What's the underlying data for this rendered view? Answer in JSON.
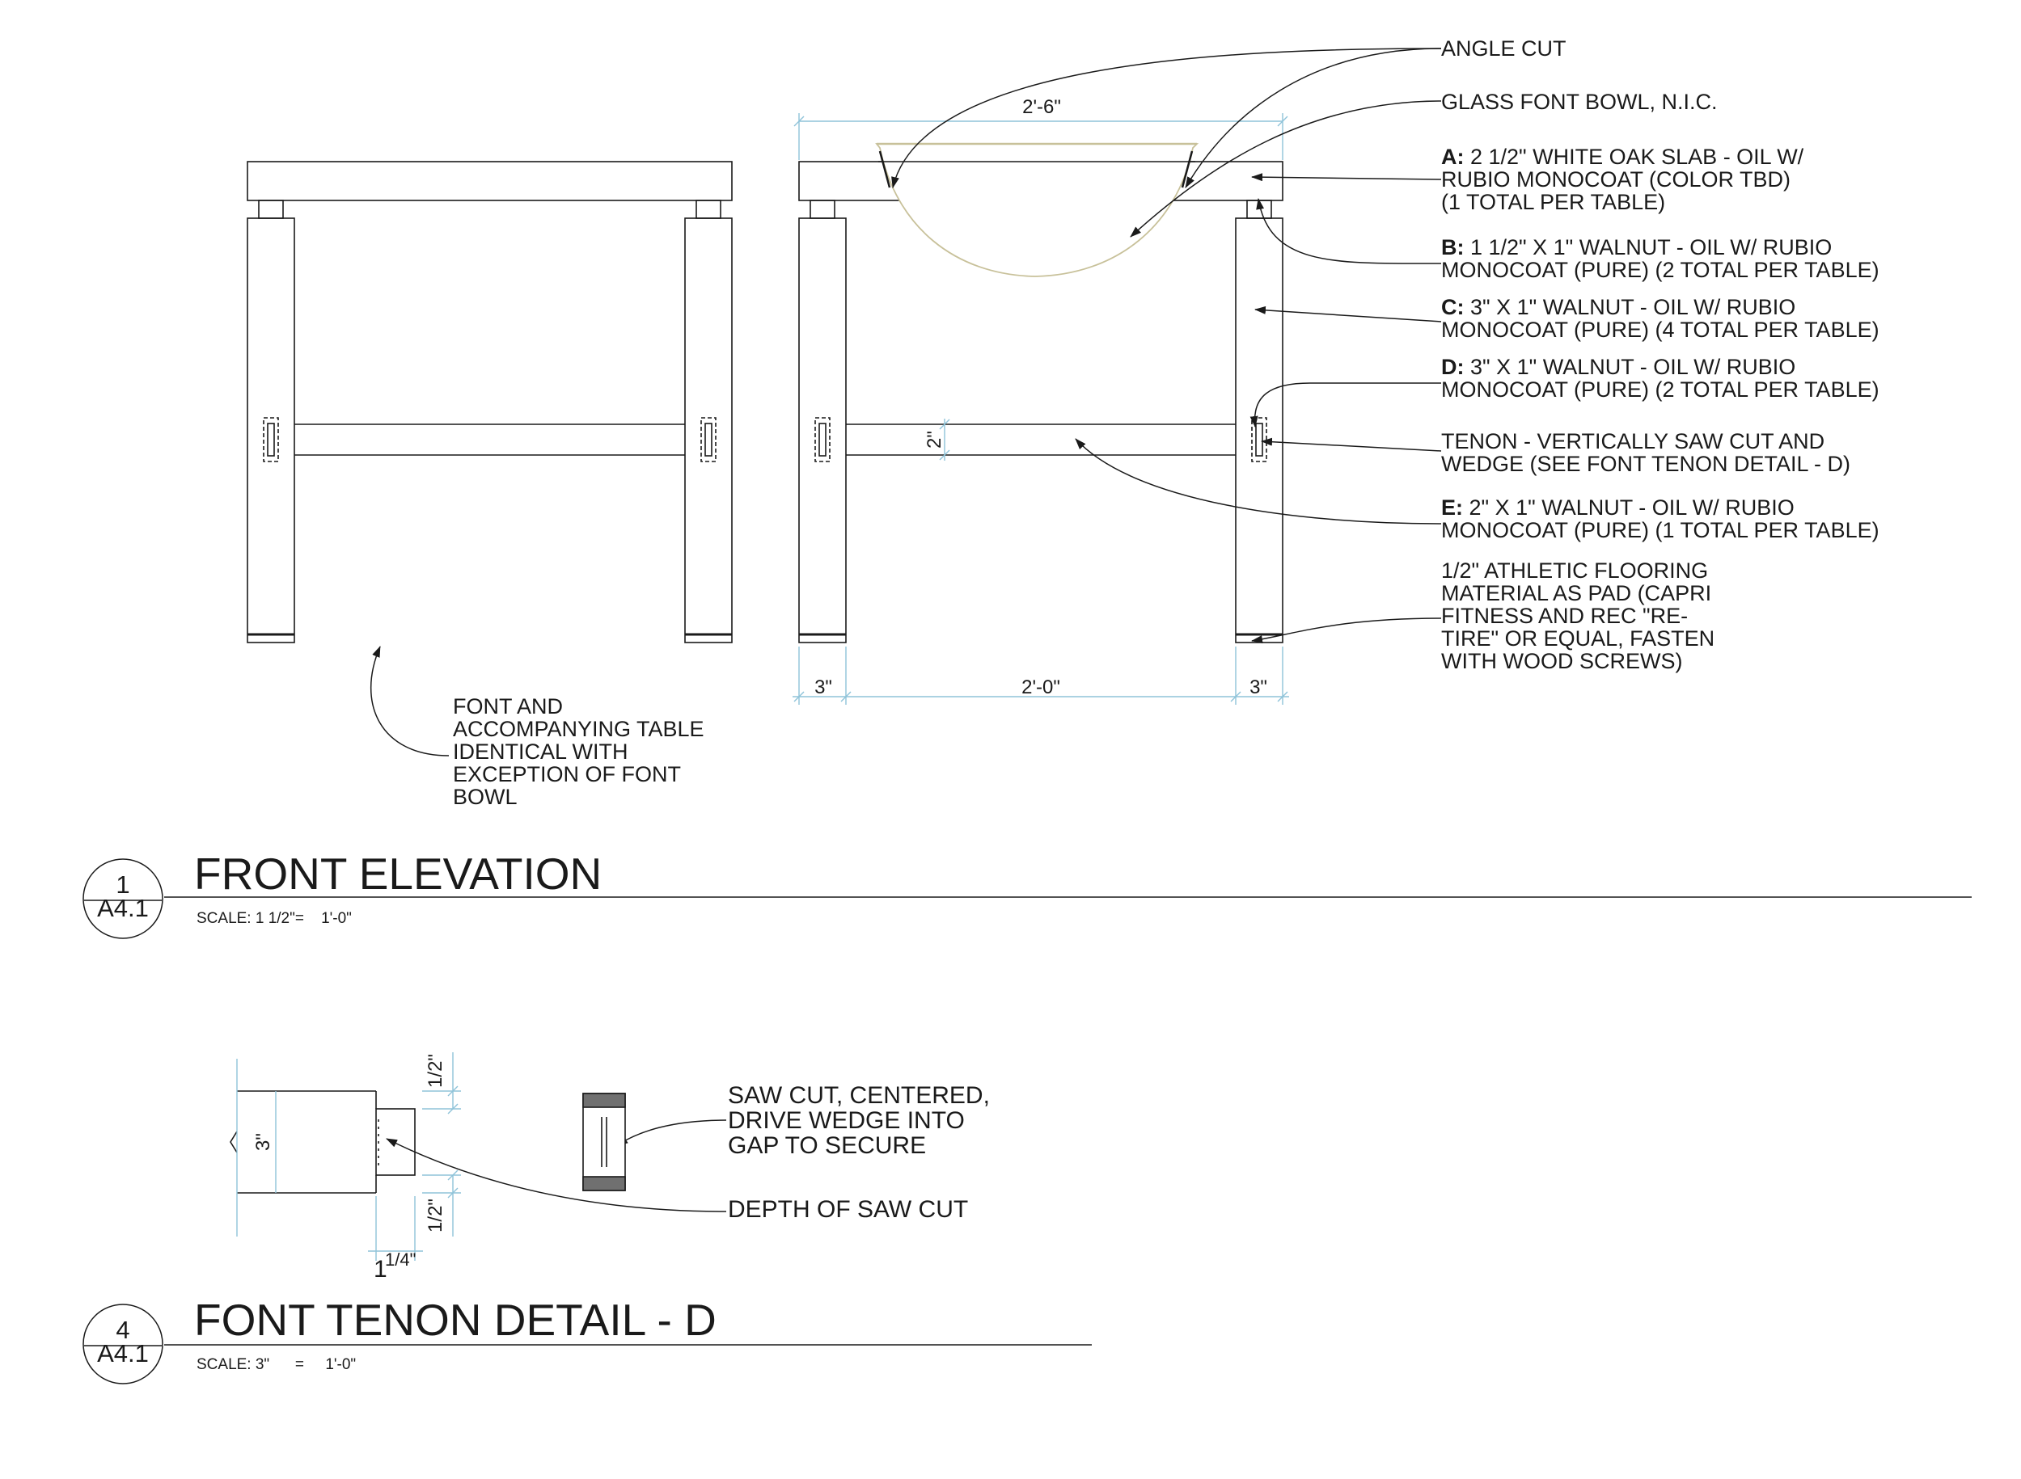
{
  "notes": {
    "angle_cut": "ANGLE CUT",
    "glass_bowl": "GLASS FONT BOWL, N.I.C.",
    "a": {
      "key": "A:",
      "lines": [
        " 2 1/2\" WHITE OAK SLAB - OIL W/",
        "RUBIO MONOCOAT (COLOR TBD)",
        "(1 TOTAL PER TABLE)"
      ]
    },
    "b": {
      "key": "B:",
      "lines": [
        " 1 1/2\" X 1\" WALNUT - OIL W/ RUBIO",
        "MONOCOAT (PURE) (2 TOTAL PER TABLE)"
      ]
    },
    "c": {
      "key": "C:",
      "lines": [
        " 3\" X 1\" WALNUT - OIL W/ RUBIO",
        "MONOCOAT (PURE) (4 TOTAL PER TABLE)"
      ]
    },
    "d": {
      "key": "D:",
      "lines": [
        " 3\" X 1\" WALNUT - OIL W/ RUBIO",
        "MONOCOAT (PURE) (2 TOTAL PER TABLE)"
      ]
    },
    "tenon": [
      "TENON - VERTICALLY SAW CUT AND",
      "WEDGE (SEE FONT TENON DETAIL - D)"
    ],
    "e": {
      "key": "E:",
      "lines": [
        " 2\" X 1\" WALNUT - OIL W/ RUBIO",
        "MONOCOAT (PURE) (1 TOTAL PER TABLE)"
      ]
    },
    "pad": [
      "1/2\" ATHLETIC FLOORING",
      "MATERIAL AS PAD (CAPRI",
      "FITNESS AND REC \"RE-",
      "TIRE\" OR EQUAL, FASTEN",
      "WITH WOOD SCREWS)"
    ],
    "identical": [
      "FONT AND",
      "ACCOMPANYING TABLE",
      "IDENTICAL WITH",
      "EXCEPTION OF FONT",
      "BOWL"
    ],
    "saw_cut": [
      "SAW CUT, CENTERED,",
      "DRIVE WEDGE INTO",
      "GAP TO SECURE"
    ],
    "depth": "DEPTH OF SAW CUT"
  },
  "dimensions": {
    "top_width": "2'-6\"",
    "leg_left": "3\"",
    "span": "2'-0\"",
    "leg_right": "3\"",
    "stretcher": "2\"",
    "detail_height": "3\"",
    "detail_top": "1/2\"",
    "detail_bottom": "1/2\"",
    "detail_depth_whole": "1",
    "detail_depth_frac": "1/4\""
  },
  "views": {
    "front": {
      "number": "1",
      "sheet": "A4.1",
      "title": "FRONT ELEVATION",
      "scale": "SCALE: 1 1/2\"=    1'-0\""
    },
    "detail": {
      "number": "4",
      "sheet": "A4.1",
      "title": "FONT TENON DETAIL - D",
      "scale": "SCALE: 3\"      =     1'-0\""
    }
  },
  "colors": {
    "line": "#1a1a1a",
    "dimension": "#8fc3d9",
    "bowl": "#c8c19a"
  }
}
